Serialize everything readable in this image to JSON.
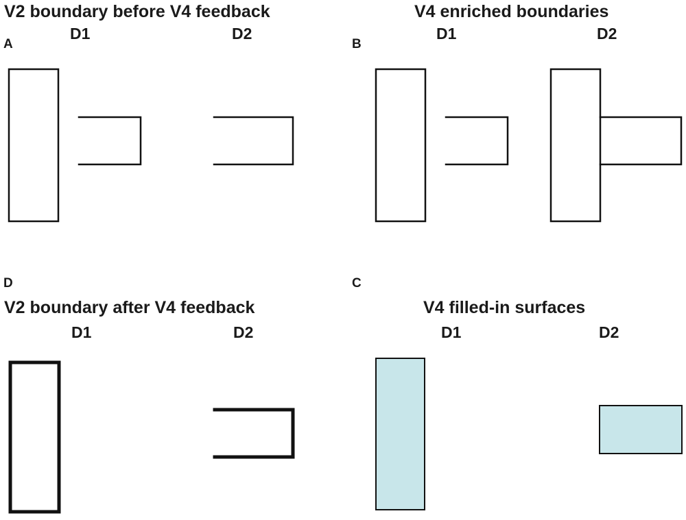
{
  "panels": {
    "A": {
      "letter": "A",
      "title": "V2 boundary before V4 feedback",
      "col1": "D1",
      "col2": "D2"
    },
    "B": {
      "letter": "B",
      "title": "V4 enriched boundaries",
      "col1": "D1",
      "col2": "D2"
    },
    "D": {
      "letter": "D",
      "title": "V2 boundary after V4 feedback",
      "col1": "D1",
      "col2": "D2"
    },
    "C": {
      "letter": "C",
      "title": "V4 filled-in surfaces",
      "col1": "D1",
      "col2": "D2"
    }
  },
  "colors": {
    "stroke": "#111111",
    "fill": "#c8e6ea"
  }
}
